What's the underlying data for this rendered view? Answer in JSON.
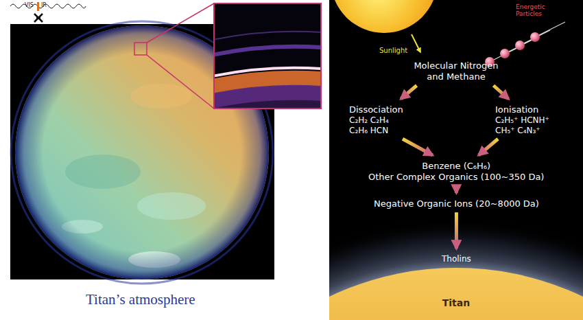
{
  "diagram": {
    "caption": "Titan’s atmosphere",
    "nodes": [
      {
        "text": [
          "Molecular Nitrogen and Methane"
        ]
      },
      {
        "text": [
          "Dissociation",
          "C₂H₂ C₂H₄ C₂H₆ HCN"
        ]
      },
      {
        "text": [
          "Ionisation",
          "C₂H₅⁺ HCNH⁺ CH₅⁺ C₄N₃⁺"
        ]
      },
      {
        "text": [
          "Benzene (C₆H₆)",
          "Other Complex Organics (100~350 Da)"
        ]
      },
      {
        "text": [
          "Negative Organic Ions (20~8000 Da)"
        ]
      },
      {
        "text": [
          "Tholins"
        ]
      },
      {
        "text": [
          "Titan"
        ]
      }
    ],
    "edges": [
      {
        "from": 0,
        "to": 1,
        "arrow": "to"
      },
      {
        "from": 0,
        "to": 2,
        "arrow": "to"
      },
      {
        "from": 1,
        "to": 3,
        "arrow": "to"
      },
      {
        "from": 2,
        "to": 3,
        "arrow": "to"
      },
      {
        "from": 3,
        "to": 4,
        "arrow": "to"
      },
      {
        "from": 4,
        "to": 5,
        "arrow": "to"
      }
    ],
    "labels": [
      "VIS",
      "IR",
      "Sunlight",
      "Energetic Particles"
    ]
  }
}
